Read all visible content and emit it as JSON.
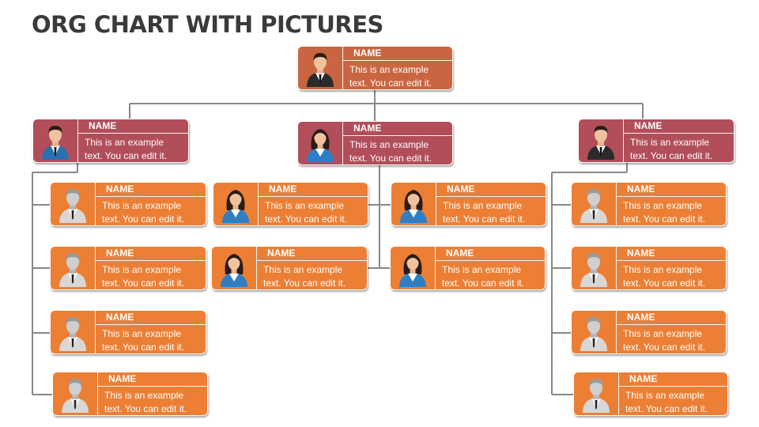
{
  "title": "ORG CHART WITH PICTURES",
  "colors": {
    "level_0": "#c96540",
    "level_1": "#b14e5a",
    "level_2": "#ec7f34",
    "connector": "#888888"
  },
  "nodes": {
    "top": {
      "name": "NAME",
      "line1": "This is an example",
      "line2": "text. You can edit it.",
      "avatar": "businessman-icon"
    },
    "left_mgr": {
      "name": "NAME",
      "line1": "This is an example",
      "line2": "text. You can edit it.",
      "avatar": "businessman-icon"
    },
    "mid_mgr": {
      "name": "NAME",
      "line1": "This is an example",
      "line2": "text. You can edit it.",
      "avatar": "businesswoman-icon"
    },
    "right_mgr": {
      "name": "NAME",
      "line1": "This is an example",
      "line2": "text. You can edit it.",
      "avatar": "businessman-icon"
    },
    "left_1": {
      "name": "NAME",
      "line1": "This is an example",
      "line2": "text. You can edit it.",
      "avatar": "gray-man-icon"
    },
    "left_2": {
      "name": "NAME",
      "line1": "This is an example",
      "line2": "text. You can edit it.",
      "avatar": "gray-man-icon"
    },
    "left_3": {
      "name": "NAME",
      "line1": "This is an example",
      "line2": "text. You can edit it.",
      "avatar": "gray-man-icon"
    },
    "left_4": {
      "name": "NAME",
      "line1": "This is an example",
      "line2": "text. You can edit it.",
      "avatar": "gray-man-icon"
    },
    "mid_1": {
      "name": "NAME",
      "line1": "This is an example",
      "line2": "text. You can edit it.",
      "avatar": "woman-icon"
    },
    "mid_2": {
      "name": "NAME",
      "line1": "This is an example",
      "line2": "text. You can edit it.",
      "avatar": "woman-icon"
    },
    "mid_3": {
      "name": "NAME",
      "line1": "This is an example",
      "line2": "text. You can edit it.",
      "avatar": "woman-icon"
    },
    "mid_4": {
      "name": "NAME",
      "line1": "This is an example",
      "line2": "text. You can edit it.",
      "avatar": "woman-icon"
    },
    "right_1": {
      "name": "NAME",
      "line1": "This is an example",
      "line2": "text. You can edit it.",
      "avatar": "gray-man-icon"
    },
    "right_2": {
      "name": "NAME",
      "line1": "This is an example",
      "line2": "text. You can edit it.",
      "avatar": "gray-man-icon"
    },
    "right_3": {
      "name": "NAME",
      "line1": "This is an example",
      "line2": "text. You can edit it.",
      "avatar": "gray-man-icon"
    },
    "right_4": {
      "name": "NAME",
      "line1": "This is an example",
      "line2": "text. You can edit it.",
      "avatar": "gray-man-icon"
    }
  }
}
